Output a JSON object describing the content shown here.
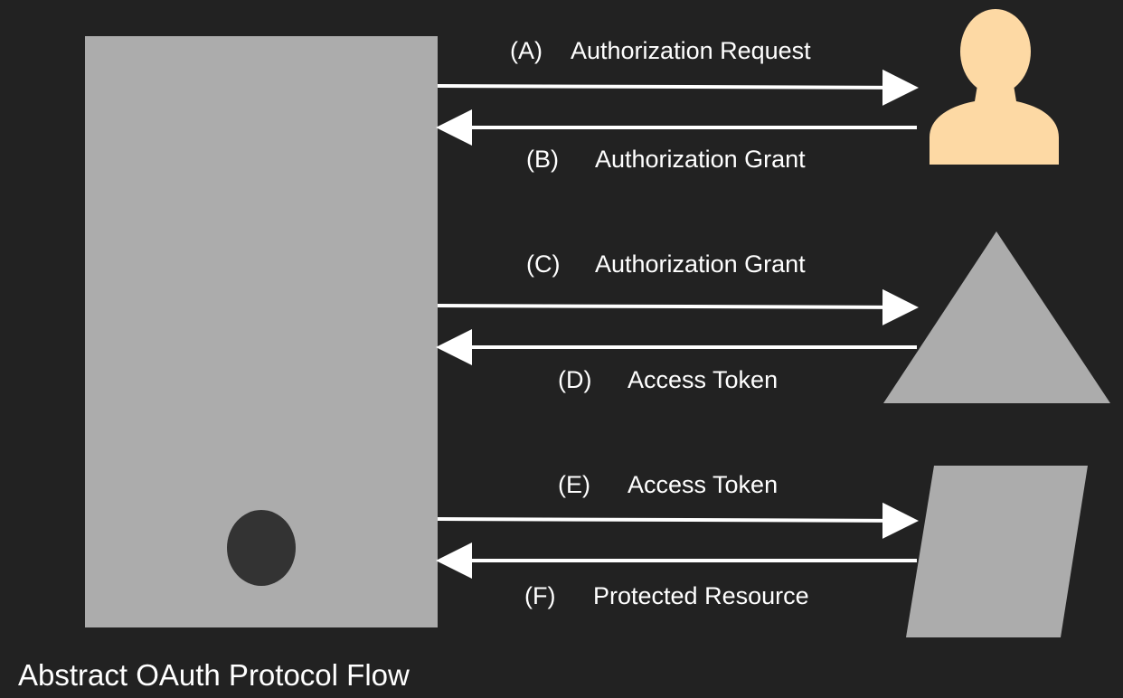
{
  "diagram": {
    "caption": "Abstract OAuth Protocol Flow",
    "colors": {
      "background": "#222222",
      "panel": "#acacac",
      "dark_dot": "#333333",
      "user": "#fdd9a4",
      "arrow": "#ffffff"
    },
    "nodes": {
      "client": "client-device-icon",
      "resource_owner": "user-icon",
      "authorization_server": "triangle-shape",
      "resource_server": "parallelogram-shape"
    },
    "steps": [
      {
        "letter": "(A)",
        "label": "Authorization Request",
        "direction": "to-resource-owner"
      },
      {
        "letter": "(B)",
        "label": "Authorization Grant",
        "direction": "to-client"
      },
      {
        "letter": "(C)",
        "label": "Authorization Grant",
        "direction": "to-authorization-server"
      },
      {
        "letter": "(D)",
        "label": "Access Token",
        "direction": "to-client"
      },
      {
        "letter": "(E)",
        "label": "Access Token",
        "direction": "to-resource-server"
      },
      {
        "letter": "(F)",
        "label": "Protected Resource",
        "direction": "to-client"
      }
    ]
  }
}
